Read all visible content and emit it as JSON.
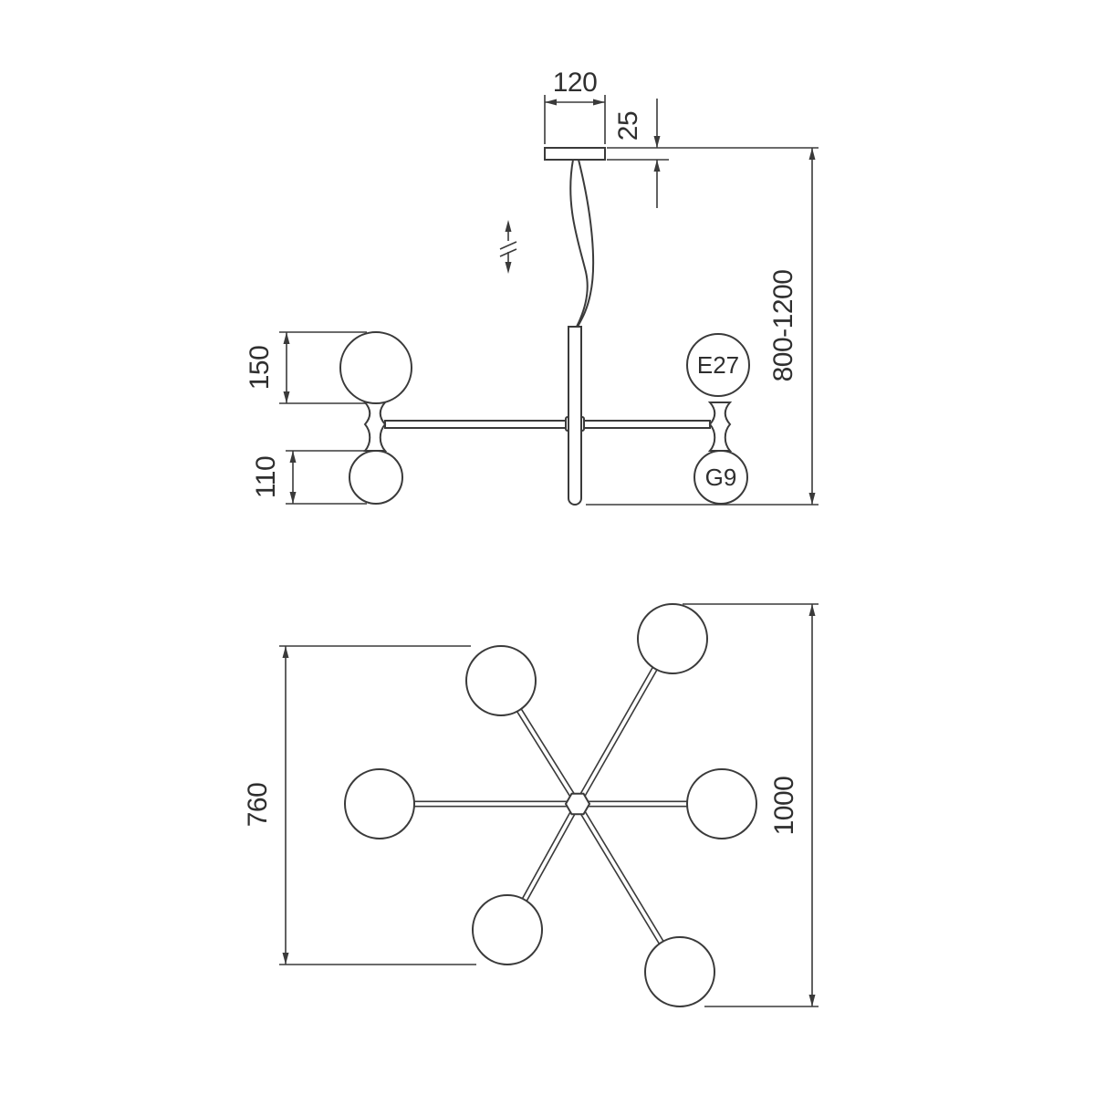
{
  "colors": {
    "background": "#ffffff",
    "line": "#3a3a3a"
  },
  "side_view": {
    "dimensions": {
      "canopy_width": "120",
      "canopy_height": "25",
      "hanging_height_range": "800-1200",
      "upper_globe_diameter": "150",
      "lower_globe_diameter": "110"
    },
    "socket_labels": {
      "upper": "E27",
      "lower": "G9"
    }
  },
  "plan_view": {
    "dimensions": {
      "arm_span": "760",
      "overall_diameter": "1000"
    }
  }
}
